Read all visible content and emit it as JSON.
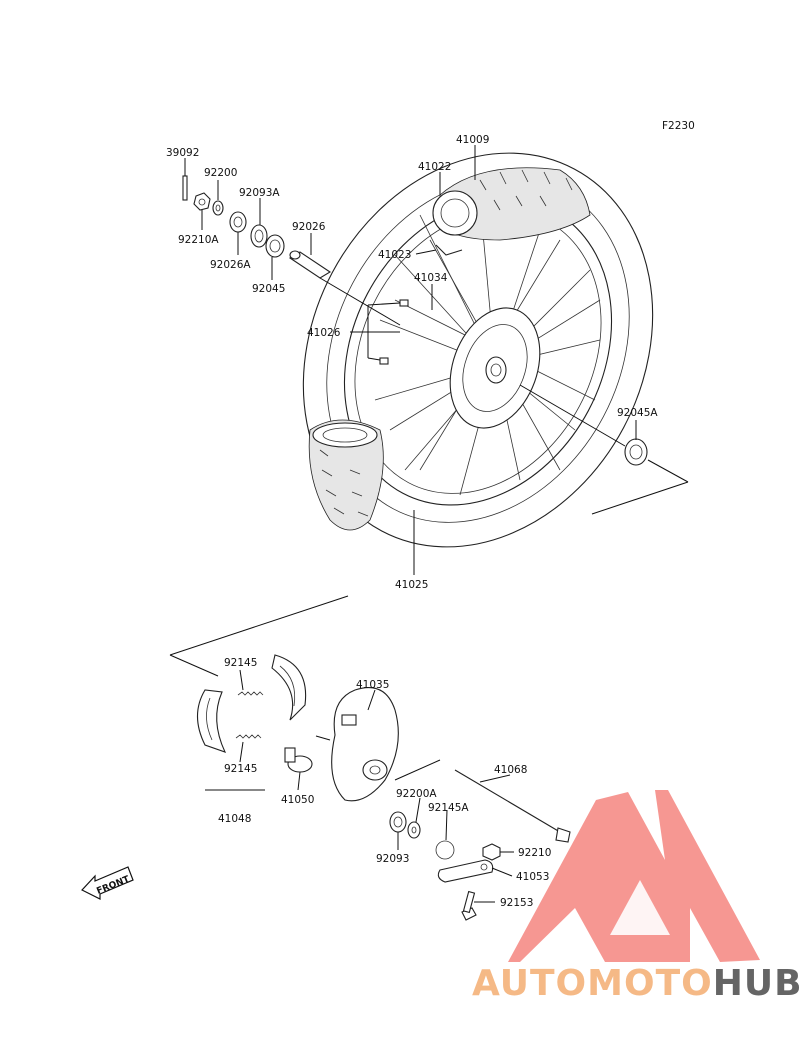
{
  "diagram": {
    "code": "F2230",
    "front_label": "FRONT",
    "labels": {
      "p39092": "39092",
      "p92200": "92200",
      "p92093A": "92093A",
      "p92026": "92026",
      "p92210A": "92210A",
      "p92026A": "92026A",
      "p92045": "92045",
      "p41009": "41009",
      "p41022": "41022",
      "p41023": "41023",
      "p41034": "41034",
      "p41026": "41026",
      "p92045A": "92045A",
      "p41025": "41025",
      "p92145a": "92145",
      "p92145b": "92145",
      "p41035": "41035",
      "p41048": "41048",
      "p41050": "41050",
      "p92200A": "92200A",
      "p92145A": "92145A",
      "p41068": "41068",
      "p92093": "92093",
      "p92210": "92210",
      "p41053": "41053",
      "p92153": "92153"
    }
  },
  "watermark": {
    "text_part1": "AUTOMOTO",
    "text_part2": "HUB",
    "color_primary": "#f2665f",
    "color_secondary": "#f5b27a",
    "color_dark": "#555555"
  }
}
